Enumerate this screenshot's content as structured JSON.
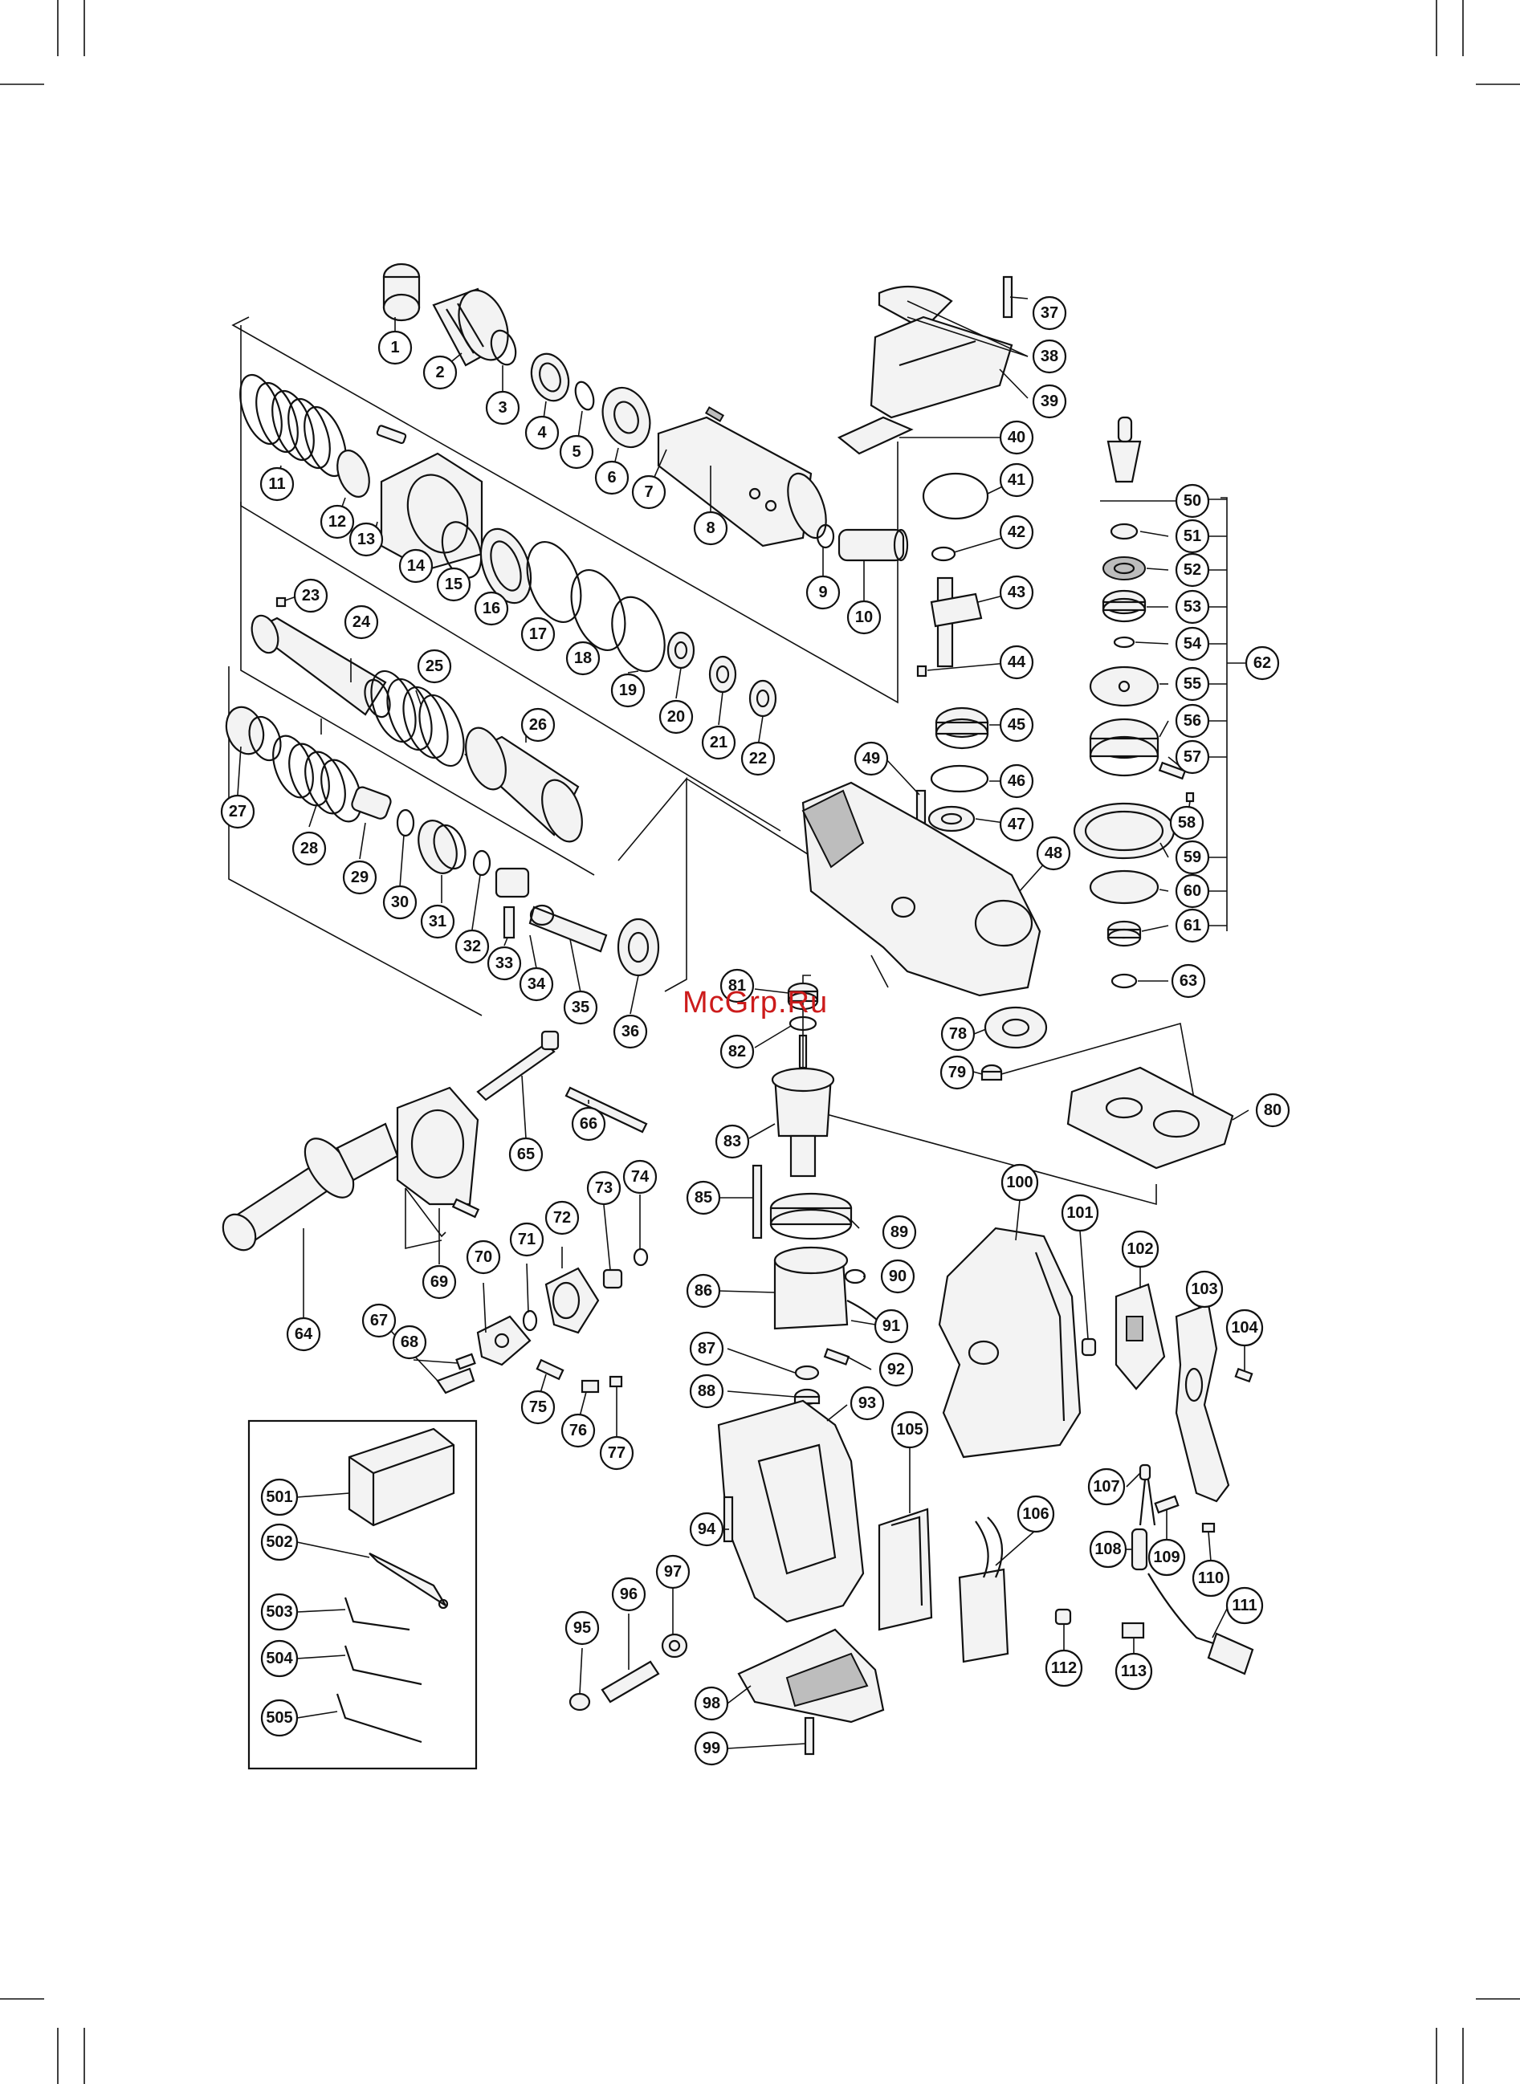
{
  "watermark": "McGrp.Ru",
  "callouts": [
    "1",
    "2",
    "3",
    "4",
    "5",
    "6",
    "7",
    "8",
    "9",
    "10",
    "11",
    "12",
    "13",
    "14",
    "15",
    "16",
    "17",
    "18",
    "19",
    "20",
    "21",
    "22",
    "23",
    "24",
    "25",
    "26",
    "27",
    "28",
    "29",
    "30",
    "31",
    "32",
    "33",
    "34",
    "35",
    "36",
    "37",
    "38",
    "39",
    "40",
    "41",
    "42",
    "43",
    "44",
    "45",
    "46",
    "47",
    "48",
    "49",
    "50",
    "51",
    "52",
    "53",
    "54",
    "55",
    "56",
    "57",
    "58",
    "59",
    "60",
    "61",
    "62",
    "63",
    "64",
    "65",
    "66",
    "67",
    "68",
    "69",
    "70",
    "71",
    "72",
    "73",
    "74",
    "75",
    "76",
    "77",
    "78",
    "79",
    "80",
    "81",
    "82",
    "83",
    "85",
    "86",
    "87",
    "88",
    "89",
    "90",
    "91",
    "92",
    "93",
    "94",
    "95",
    "96",
    "97",
    "98",
    "99",
    "100",
    "101",
    "102",
    "103",
    "104",
    "105",
    "106",
    "107",
    "108",
    "109",
    "110",
    "111",
    "112",
    "113",
    "501",
    "502",
    "503",
    "504",
    "505"
  ]
}
